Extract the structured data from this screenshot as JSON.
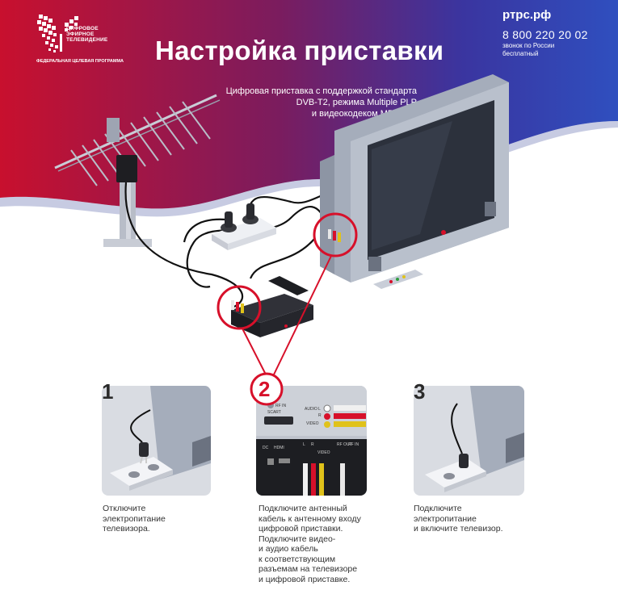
{
  "brand": {
    "logo_lines": [
      "ЦИФРОВОЕ",
      "ЭФИРНОЕ",
      "ТЕЛЕВИДЕНИЕ"
    ],
    "logo_sub": "ФЕДЕРАЛЬНАЯ ЦЕЛЕВАЯ ПРОГРАММА"
  },
  "title": "Настройка приставки",
  "contact": {
    "site": "ртрс.рф",
    "phone": "8 800 220 20 02",
    "note_line1": "звонок по России",
    "note_line2": "бесплатный"
  },
  "subtitle": {
    "line1": "Цифровая приставка с поддержкой стандарта",
    "line2": "DVB-T2, режима Multiple PLP",
    "line3": "и видеокодеком MPEG-4."
  },
  "steps": [
    {
      "number": "1",
      "text": "Отключите\nэлектропитание\nтелевизора."
    },
    {
      "number": "2",
      "text": "Подключите антенный\nкабель к антенному входу\nцифровой приставки.\nПодключите видео-\nи аудио кабель\nк соответствующим\nразъемам на телевизоре\nи цифровой приставке."
    },
    {
      "number": "3",
      "text": "Подключите\nэлектропитание\nи включите телевизор."
    }
  ],
  "panel_labels": {
    "rf_in": "RF IN",
    "scart": "SCART",
    "audio": "AUDIO",
    "audio_l": "L",
    "audio_r": "R",
    "video": "VIDEO",
    "dc": "DC",
    "hdmi": "HDMI",
    "bottom_l": "L",
    "bottom_r": "R",
    "bottom_video": "VIDEO",
    "rf_out": "RF OUT",
    "rf_in_2": "RF IN"
  },
  "colors": {
    "banner_red": "#c8102e",
    "banner_blue": "#2f3a9e",
    "highlight_circle": "#d7102a",
    "tv_gray": "#a5adbb"
  }
}
